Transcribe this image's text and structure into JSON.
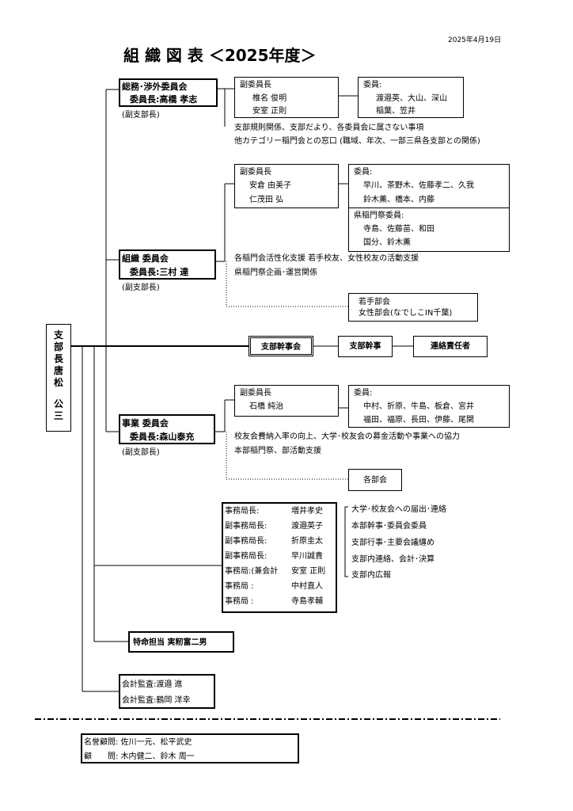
{
  "date": "2025年4月19日",
  "title": "組 織 図 表 ＜2025年度＞",
  "president": {
    "chars": [
      "支",
      "部",
      "長",
      "唐",
      "松",
      "",
      "公",
      "三"
    ]
  },
  "somu": {
    "name": "総務･渉外委員会",
    "chair": "委員長:高橋 孝志",
    "note": "(副支部長)",
    "vice_title": "副委員長",
    "vice_members": [
      "椎名 俊明",
      "安室 正則"
    ],
    "members_title": "委員:",
    "members": [
      "渡邉英、大山、深山",
      "稲葉、笠井"
    ],
    "desc": [
      "支部規則関係、支部だより、各委員会に属さない事項",
      "他カテゴリー稲門会との窓口 (職域、年次、一部三県各支部との関係)"
    ]
  },
  "soshiki": {
    "name": "組織 委員会",
    "chair": "委員長:三村 達",
    "note": "(副支部長)",
    "vice_title": "副委員長",
    "vice_members": [
      "安倉 由美子",
      "仁茂田 弘"
    ],
    "members_title": "委員:",
    "members": [
      "早川、茶野木、佐藤孝二、久我",
      "鈴木薫、橋本、内藤"
    ],
    "ken_title": "県稲門祭委員:",
    "ken_members": [
      "寺島、佐藤苗、和田",
      "国分、鈴木薫"
    ],
    "desc": [
      "各稲門会活性化支援 若手校友、女性校友の活動支援",
      "県稲門祭企画･運営関係"
    ],
    "sub": [
      "若手部会",
      "女性部会(なでしこIN千葉)"
    ]
  },
  "kanjikai": {
    "label": "支部幹事会",
    "kanji": "支部幹事",
    "renraku": "連絡責任者"
  },
  "jigyo": {
    "name": "事業 委員会",
    "chair": "委員長:森山泰充",
    "note": "(副支部長)",
    "vice_title": "副委員長",
    "vice_members": [
      "石橋 純治"
    ],
    "members_title": "委員:",
    "members": [
      "中村、折原、牛島、板倉、宮井",
      "福田、福原、長田、伊藤、尾関"
    ],
    "desc": [
      "校友会費納入率の向上、大学･校友会の募金活動や事業への協力",
      "本部稲門祭、部活動支援"
    ],
    "sub": "各部会"
  },
  "jimukyoku": {
    "rows": [
      [
        "事務局長:",
        "増井孝史"
      ],
      [
        "副事務局長:",
        "渡邉英子"
      ],
      [
        "副事務局長:",
        "折原圭太"
      ],
      [
        "副事務局長:",
        "早川誠貴"
      ],
      [
        "事務局:(兼会計",
        "安室 正則"
      ],
      [
        "事務局 :",
        "中村直人"
      ],
      [
        "事務局 :",
        "寺島孝輔"
      ]
    ],
    "duties": [
      "大学･校友会への届出･連絡",
      "本部幹事･委員会委員",
      "支部行事･主要会議纏め",
      "支部内連絡、会計･決算",
      "支部内広報"
    ]
  },
  "tokumei": "特命担当 実籾富二男",
  "kansa": [
    "会計監査:渡邉 進",
    "会計監査:鶴岡 洋幸"
  ],
  "honorary": [
    "名誉顧問: 佐川一元、松平武史",
    "顧　　問: 木内健二、鈴木 周一"
  ]
}
